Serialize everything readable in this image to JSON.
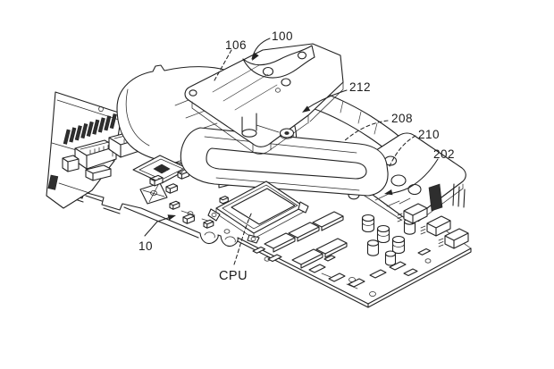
{
  "figure": {
    "background_color": "#ffffff",
    "line_color": "#222222",
    "reference_labels": [
      {
        "id": "label-100",
        "text": "100"
      },
      {
        "id": "label-106",
        "text": "106"
      },
      {
        "id": "label-212",
        "text": "212"
      },
      {
        "id": "label-208",
        "text": "208"
      },
      {
        "id": "label-210",
        "text": "210"
      },
      {
        "id": "label-202",
        "text": "202"
      },
      {
        "id": "label-10",
        "text": "10"
      },
      {
        "id": "label-cpu",
        "text": "CPU"
      }
    ]
  }
}
